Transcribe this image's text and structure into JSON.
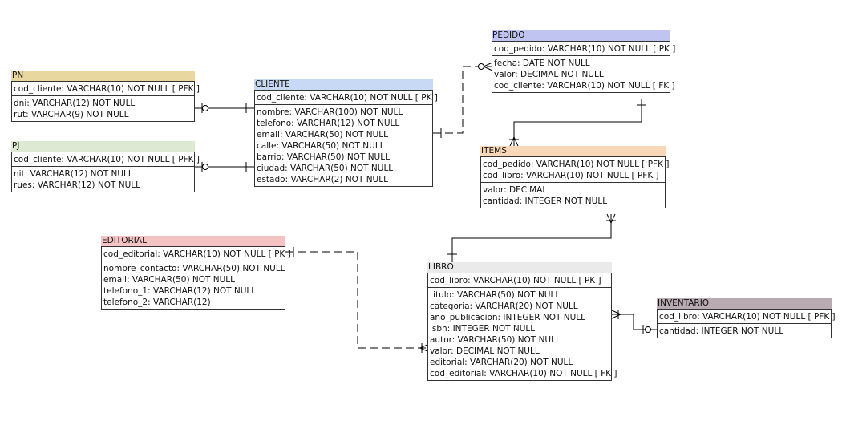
{
  "entities": {
    "pn": {
      "title": "PN",
      "color": "#e8d8a0",
      "keys": [
        "cod_cliente: VARCHAR(10)   NOT NULL  [ PFK ]"
      ],
      "attrs": [
        "dni: VARCHAR(12)   NOT NULL",
        "rut: VARCHAR(9)   NOT NULL"
      ]
    },
    "pj": {
      "title": "PJ",
      "color": "#dde9d2",
      "keys": [
        "cod_cliente: VARCHAR(10)   NOT NULL  [ PFK ]"
      ],
      "attrs": [
        "nit: VARCHAR(12)   NOT NULL",
        "rues: VARCHAR(12)   NOT NULL"
      ]
    },
    "cliente": {
      "title": "CLIENTE",
      "color": "#c7d9f4",
      "keys": [
        "cod_cliente: VARCHAR(10)   NOT NULL  [ PK ]"
      ],
      "attrs": [
        "nombre: VARCHAR(100)   NOT NULL",
        "telefono: VARCHAR(12)   NOT NULL",
        "email: VARCHAR(50)   NOT NULL",
        "calle: VARCHAR(50)   NOT NULL",
        "barrio: VARCHAR(50)   NOT NULL",
        "ciudad: VARCHAR(50)   NOT NULL",
        "estado: VARCHAR(2)   NOT NULL"
      ]
    },
    "pedido": {
      "title": "PEDIDO",
      "color": "#c0c4f0",
      "keys": [
        "cod_pedido: VARCHAR(10)   NOT NULL  [ PK ]"
      ],
      "attrs": [
        "fecha: DATE   NOT NULL",
        "valor: DECIMAL   NOT NULL",
        "cod_cliente: VARCHAR(10)   NOT NULL  [ FK ]"
      ]
    },
    "items": {
      "title": "ITEMS",
      "color": "#f8d8b8",
      "keys": [
        "cod_pedido: VARCHAR(10)   NOT NULL  [ PFK ]",
        "cod_libro: VARCHAR(10)   NOT NULL  [ PFK ]"
      ],
      "attrs": [
        "valor: DECIMAL",
        "cantidad: INTEGER   NOT NULL"
      ]
    },
    "editorial": {
      "title": "EDITORIAL",
      "color": "#f4c4c4",
      "keys": [
        "cod_editorial: VARCHAR(10)   NOT NULL  [ PK ]"
      ],
      "attrs": [
        "nombre_contacto: VARCHAR(50)   NOT NULL",
        "email: VARCHAR(50)   NOT NULL",
        "telefono_1: VARCHAR(12)   NOT NULL",
        "telefono_2: VARCHAR(12)"
      ]
    },
    "libro": {
      "title": "LIBRO",
      "color": "#eaeaea",
      "keys": [
        "cod_libro: VARCHAR(10)   NOT NULL  [ PK ]"
      ],
      "attrs": [
        "titulo: VARCHAR(50)   NOT NULL",
        "categoria: VARCHAR(20)   NOT NULL",
        "ano_publicacion: INTEGER   NOT NULL",
        "isbn: INTEGER   NOT NULL",
        "autor: VARCHAR(50)   NOT NULL",
        "valor: DECIMAL   NOT NULL",
        "editorial: VARCHAR(20)   NOT NULL",
        "cod_editorial: VARCHAR(10)   NOT NULL  [ FK ]"
      ]
    },
    "inventario": {
      "title": "INVENTARIO",
      "color": "#b9a9b0",
      "keys": [
        "cod_libro: VARCHAR(10)   NOT NULL  [ PFK ]"
      ],
      "attrs": [
        "cantidad: INTEGER   NOT NULL"
      ]
    }
  }
}
